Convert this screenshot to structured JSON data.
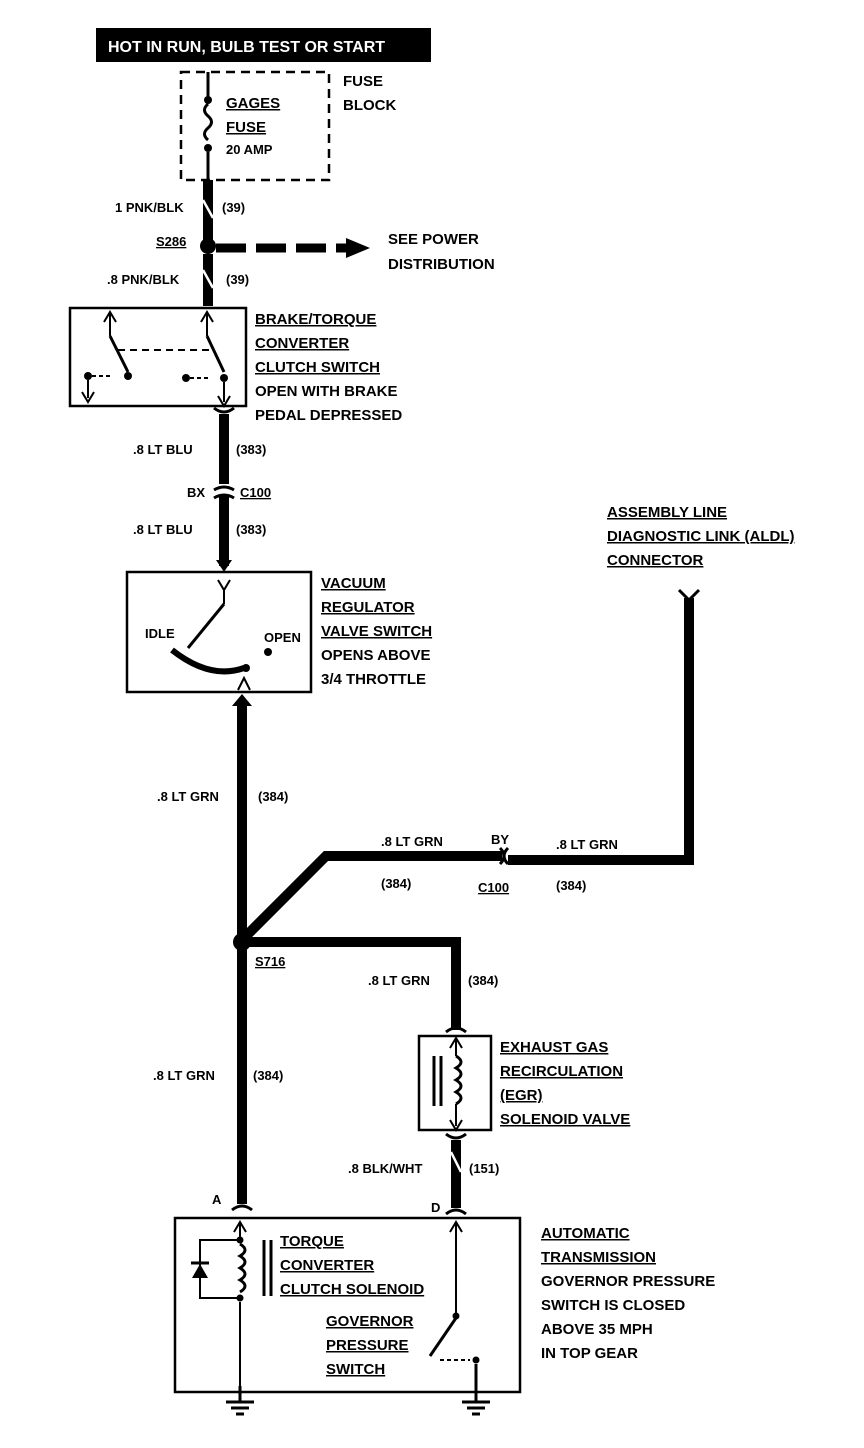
{
  "header": {
    "title": "HOT IN RUN,  BULB TEST OR START"
  },
  "fuse_block": {
    "label_line1": "FUSE",
    "label_line2": "BLOCK",
    "fuse_name_line1": "GAGES",
    "fuse_name_line2": "FUSE",
    "fuse_rating": "20 AMP"
  },
  "wires": {
    "w1_label": "1 PNK/BLK",
    "w1_circuit": "(39)",
    "splice1": "S286",
    "power_dist_line1": "SEE POWER",
    "power_dist_line2": "DISTRIBUTION",
    "w2_label": ".8 PNK/BLK",
    "w2_circuit": "(39)",
    "w3_label": ".8 LT BLU",
    "w3_circuit": "(383)",
    "conn1_pin": "BX",
    "conn1_name": "C100",
    "w4_label": ".8 LT BLU",
    "w4_circuit": "(383)",
    "w5_label": ".8 LT GRN",
    "w5_circuit": "(384)",
    "w6_label": ".8 LT GRN",
    "w6_circuit": "(384)",
    "conn2_pin": "BY",
    "conn2_name": "C100",
    "w7_label": ".8 LT GRN",
    "w7_circuit": "(384)",
    "splice2": "S716",
    "w8_label": ".8 LT GRN",
    "w8_circuit": "(384)",
    "w9_label": ".8 LT GRN",
    "w9_circuit": "(384)",
    "w10_label": ".8 BLK/WHT",
    "w10_circuit": "(151)",
    "pin_a": "A",
    "pin_d": "D"
  },
  "brake_switch": {
    "line1": "BRAKE/TORQUE",
    "line2": "CONVERTER",
    "line3": "CLUTCH SWITCH",
    "line4": "OPEN WITH BRAKE",
    "line5": "PEDAL DEPRESSED"
  },
  "vacuum_switch": {
    "line1": "VACUUM",
    "line2": "REGULATOR",
    "line3": "VALVE SWITCH",
    "line4": "OPENS ABOVE",
    "line5": "3/4 THROTTLE",
    "idle": "IDLE",
    "open": "OPEN"
  },
  "aldl": {
    "line1": "ASSEMBLY LINE",
    "line2": "DIAGNOSTIC LINK (ALDL)",
    "line3": "CONNECTOR"
  },
  "egr": {
    "line1": "EXHAUST GAS",
    "line2": "RECIRCULATION",
    "line3": "(EGR)",
    "line4": "SOLENOID VALVE"
  },
  "transmission": {
    "solenoid_line1": "TORQUE",
    "solenoid_line2": "CONVERTER",
    "solenoid_line3": "CLUTCH SOLENOID",
    "gov_line1": "GOVERNOR",
    "gov_line2": "PRESSURE",
    "gov_line3": "SWITCH",
    "desc_line1": "AUTOMATIC",
    "desc_line2": "TRANSMISSION",
    "desc_line3": "GOVERNOR PRESSURE",
    "desc_line4": "SWITCH IS CLOSED",
    "desc_line5": "ABOVE 35 MPH",
    "desc_line6": "IN TOP GEAR"
  }
}
